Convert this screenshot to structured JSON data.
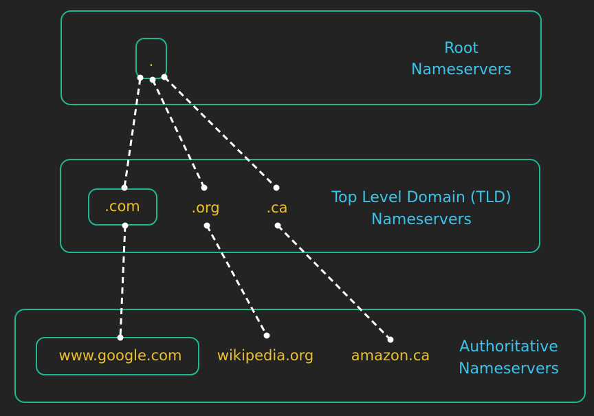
{
  "colors": {
    "background": "#232323",
    "border": "#1fb894",
    "tier_label": "#3cc3ea",
    "node_label": "#ecc02a",
    "link": "#ffffff"
  },
  "tiers": {
    "root": {
      "line1": "Root",
      "line2": "Nameservers"
    },
    "tld": {
      "line1": "Top Level Domain (TLD)",
      "line2": "Nameservers"
    },
    "authoritative": {
      "line1": "Authoritative",
      "line2": "Nameservers"
    }
  },
  "nodes": {
    "root": ".",
    "com": ".com",
    "org": ".org",
    "ca": ".ca",
    "google": "www.google.com",
    "wikipedia": "wikipedia.org",
    "amazon": "amazon.ca"
  }
}
